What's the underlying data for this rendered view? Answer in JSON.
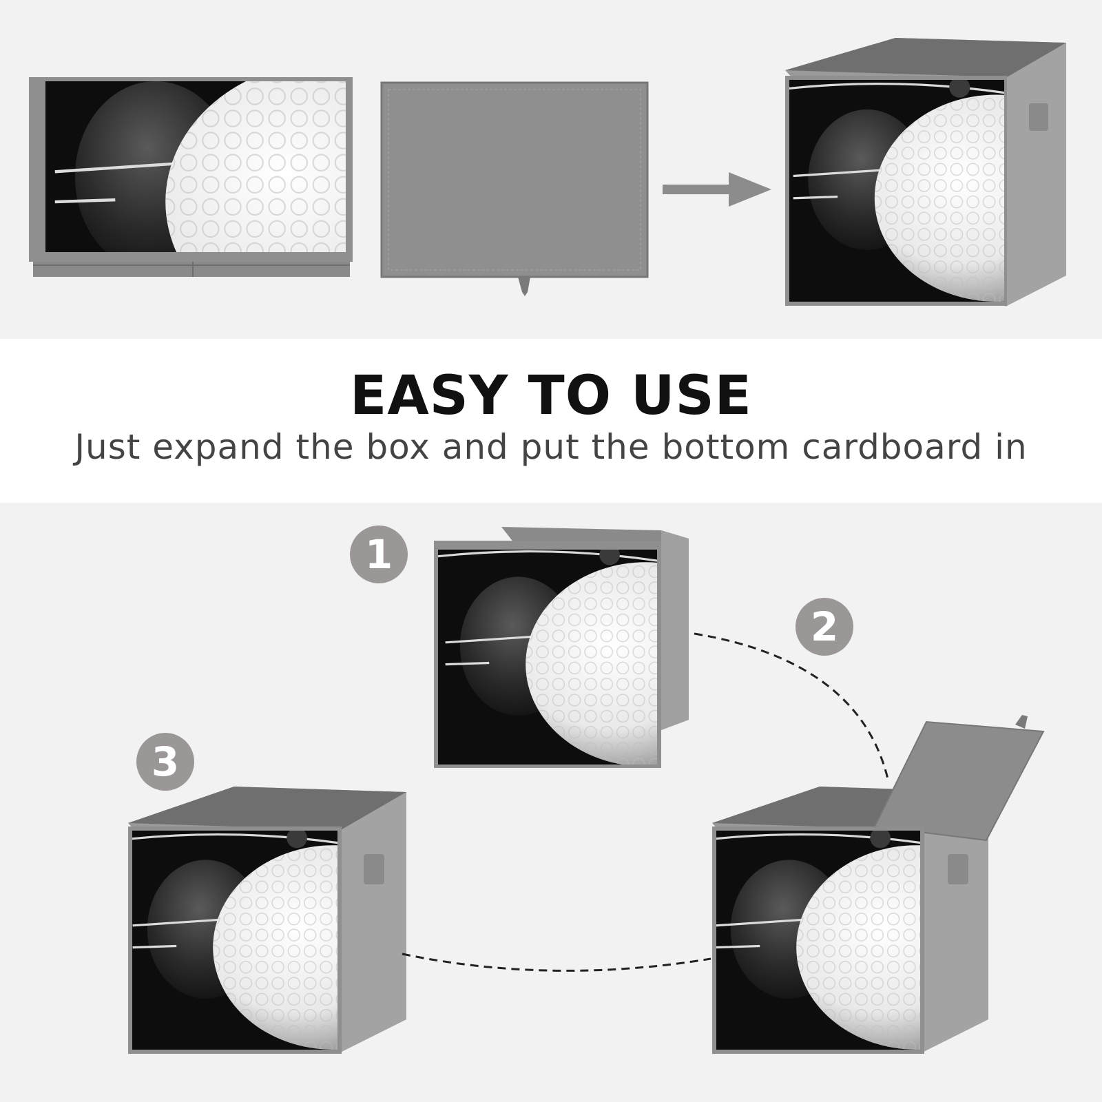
{
  "header": {
    "title": "EASY TO USE",
    "subtitle": "Just expand the box and put the bottom cardboard in"
  },
  "steps": [
    {
      "label": "1"
    },
    {
      "label": "2"
    },
    {
      "label": "3"
    }
  ],
  "colors": {
    "background": "#f2f2f2",
    "band": "#ffffff",
    "fabric_grey": "#8f8f8f",
    "badge": "#9b9797",
    "print_black": "#0d0d0d"
  },
  "icons": [
    "arrow-right-icon",
    "dashed-path",
    "golf-ball-print"
  ]
}
